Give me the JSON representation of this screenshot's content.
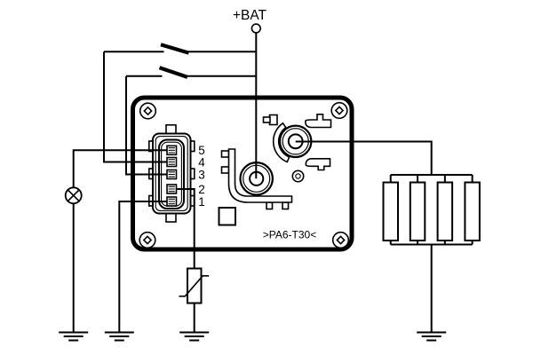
{
  "labels": {
    "battery": "+BAT",
    "housing_marking": ">PA6-T30<"
  },
  "connector": {
    "pin_labels": [
      "5",
      "4",
      "3",
      "2",
      "1"
    ]
  },
  "icons": {
    "switch_upper": "switch-contact-icon",
    "switch_lower": "switch-contact-icon",
    "lamp": "indicator-lamp-icon",
    "thermistor": "temperature-sensor-icon",
    "glow_plugs": "glow-plug-bank-icon",
    "ground": "chassis-ground-icon",
    "battery_terminal": "battery-terminal-icon",
    "corner_screws": "screw-icon"
  },
  "colors": {
    "line": "#000000",
    "background": "#ffffff"
  }
}
